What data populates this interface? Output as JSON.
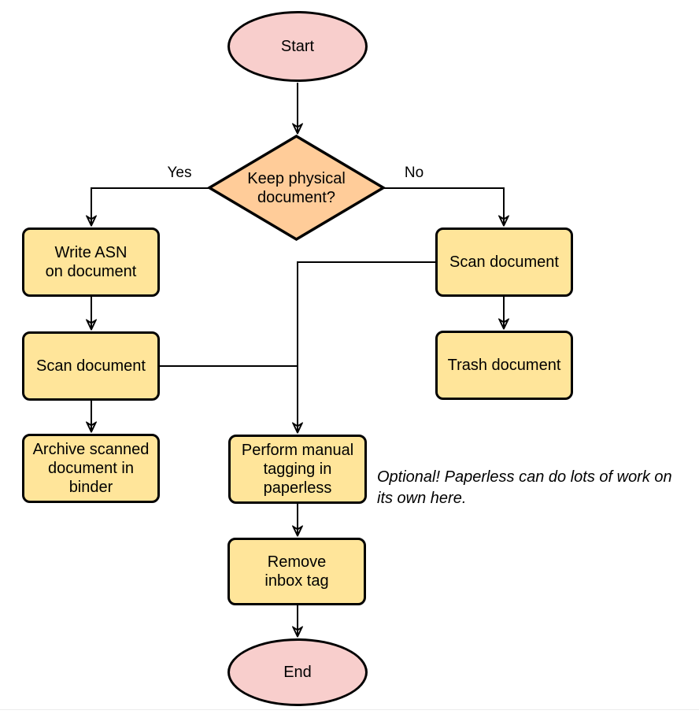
{
  "diagram": {
    "type": "flowchart",
    "nodes": {
      "start": {
        "label": "Start",
        "shape": "terminator"
      },
      "decision": {
        "label": "Keep physical\ndocument?",
        "shape": "decision"
      },
      "write_asn": {
        "label": "Write ASN\non document",
        "shape": "process"
      },
      "scan_left": {
        "label": "Scan document",
        "shape": "process"
      },
      "archive": {
        "label": "Archive scanned\ndocument in\nbinder",
        "shape": "process"
      },
      "scan_right": {
        "label": "Scan document",
        "shape": "process"
      },
      "trash": {
        "label": "Trash document",
        "shape": "process"
      },
      "tagging": {
        "label": "Perform manual\ntagging in\npaperless",
        "shape": "process"
      },
      "remove_inbox": {
        "label": "Remove\ninbox tag",
        "shape": "process"
      },
      "end": {
        "label": "End",
        "shape": "terminator"
      }
    },
    "edge_labels": {
      "yes": "Yes",
      "no": "No"
    },
    "note": "Optional! Paperless can do lots of work on\nits own here.",
    "colors": {
      "terminator_fill": "#F8CECC",
      "process_fill": "#FFE59A",
      "decision_fill": "#FFCC99",
      "stroke": "#000000",
      "note_text": "#000000"
    }
  }
}
